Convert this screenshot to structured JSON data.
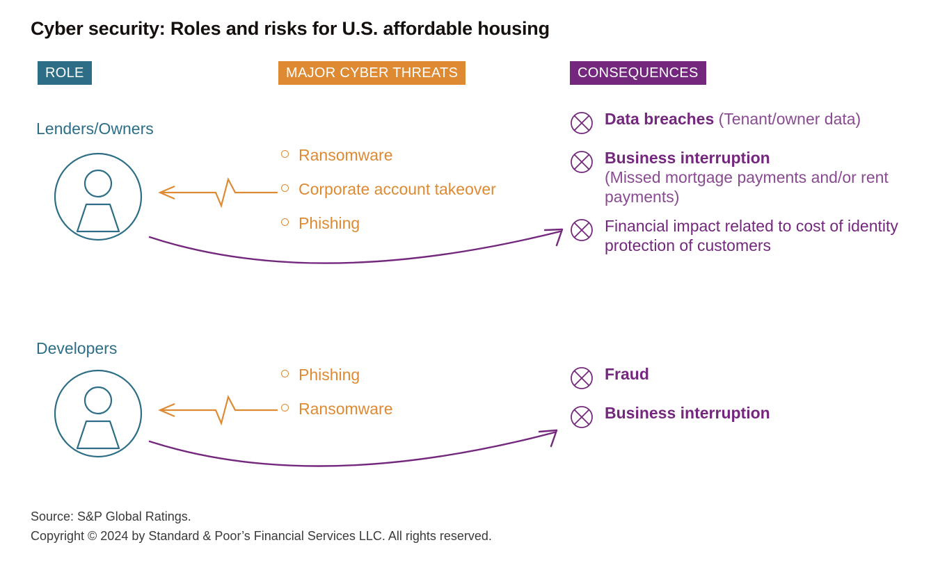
{
  "title": "Cyber security: Roles and risks for U.S. affordable housing",
  "colors": {
    "role_teal": "#2d6e86",
    "threat_orange": "#dd8a33",
    "consequence_purple": "#74287d",
    "background": "#ffffff",
    "title_text": "#15100d"
  },
  "columns": {
    "role": "ROLE",
    "threats": "MAJOR CYBER THREATS",
    "consequences": "CONSEQUENCES"
  },
  "rows": [
    {
      "role": "Lenders/Owners",
      "role_icon": "person-icon",
      "threats": [
        "Ransomware",
        "Corporate account takeover",
        "Phishing"
      ],
      "consequences": [
        {
          "icon": "circle-x-icon",
          "main": "Data breaches",
          "sub": "(Tenant/owner data)",
          "bold": true,
          "inline_sub": true
        },
        {
          "icon": "circle-x-icon",
          "main": "Business interruption",
          "sub": "(Missed mortgage payments and/or rent payments)",
          "bold": true,
          "inline_sub": false
        },
        {
          "icon": "circle-x-icon",
          "main": "Financial impact related to cost of identity protection of customers",
          "sub": "",
          "bold": false,
          "inline_sub": false
        }
      ]
    },
    {
      "role": "Developers",
      "role_icon": "person-icon",
      "threats": [
        "Phishing",
        "Ransomware"
      ],
      "consequences": [
        {
          "icon": "circle-x-icon",
          "main": "Fraud",
          "sub": "",
          "bold": true,
          "inline_sub": true
        },
        {
          "icon": "circle-x-icon",
          "main": "Business interruption",
          "sub": "",
          "bold": true,
          "inline_sub": true
        }
      ]
    }
  ],
  "arrows": {
    "threat_to_role": "pulse-arrow-left-icon",
    "role_to_consequence": "curved-arrow-right-icon"
  },
  "footer": {
    "source": "Source: S&P Global Ratings.",
    "copyright": "Copyright © 2024 by Standard & Poor’s Financial Services LLC. All rights reserved."
  }
}
